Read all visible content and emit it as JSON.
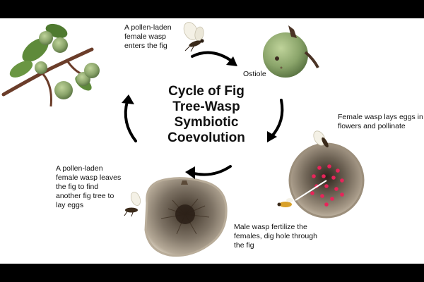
{
  "title": "Cycle of Fig\nTree-Wasp\nSymbiotic\nCoevolution",
  "captions": {
    "enters": "A pollen-laden\nfemale wasp\nenters the fig",
    "ostiole": "Ostiole",
    "lays_eggs": "Female wasp lays eggs in\nflowers and pollinate",
    "leaves": "A pollen-laden\nfemale wasp leaves\nthe fig to find\nanother fig tree to\nlay eggs",
    "male": "Male wasp fertilize the\nfemales, dig hole through\nthe fig"
  },
  "colors": {
    "background": "#000000",
    "panel": "#ffffff",
    "fig_green": "#8aa46a",
    "fig_pulp": "#8c8378",
    "flower_dot": "#e8245a",
    "arrow": "#000000"
  }
}
